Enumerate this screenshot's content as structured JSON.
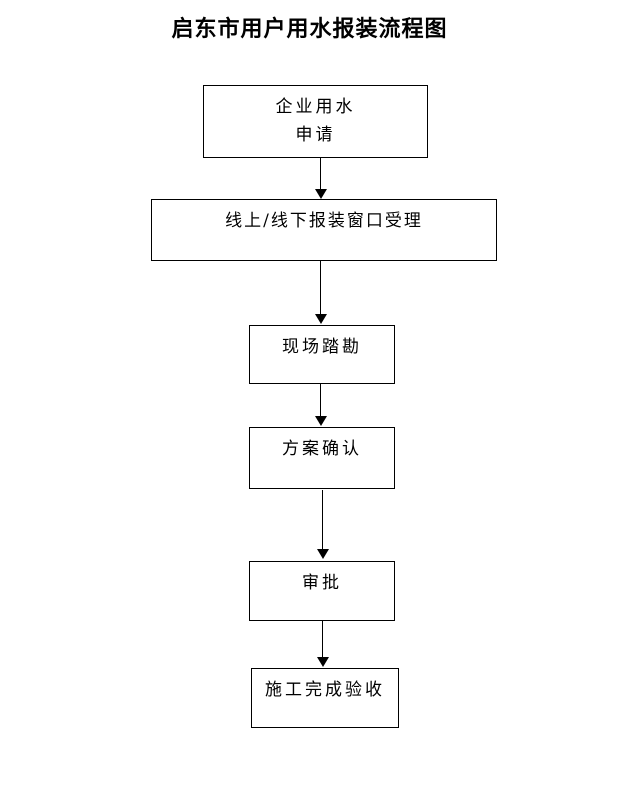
{
  "title": "启东市用户用水报装流程图",
  "flow": {
    "nodes": [
      {
        "id": "enterprise-water-application",
        "label": "企业用水\n申请"
      },
      {
        "id": "window-acceptance",
        "label": "线上/线下报装窗口受理"
      },
      {
        "id": "site-survey",
        "label": "现场踏勘"
      },
      {
        "id": "plan-confirmation",
        "label": "方案确认"
      },
      {
        "id": "approval",
        "label": "审批"
      },
      {
        "id": "construction-acceptance",
        "label": "施工完成验收"
      }
    ],
    "connections": [
      {
        "from": "enterprise-water-application",
        "to": "window-acceptance",
        "direction": "down"
      },
      {
        "from": "window-acceptance",
        "to": "site-survey",
        "direction": "down"
      },
      {
        "from": "site-survey",
        "to": "plan-confirmation",
        "direction": "down"
      },
      {
        "from": "plan-confirmation",
        "to": "approval",
        "direction": "down"
      },
      {
        "from": "approval",
        "to": "construction-acceptance",
        "direction": "down"
      }
    ]
  },
  "colors": {
    "background": "#ffffff",
    "line": "#000000",
    "text": "#000000"
  }
}
